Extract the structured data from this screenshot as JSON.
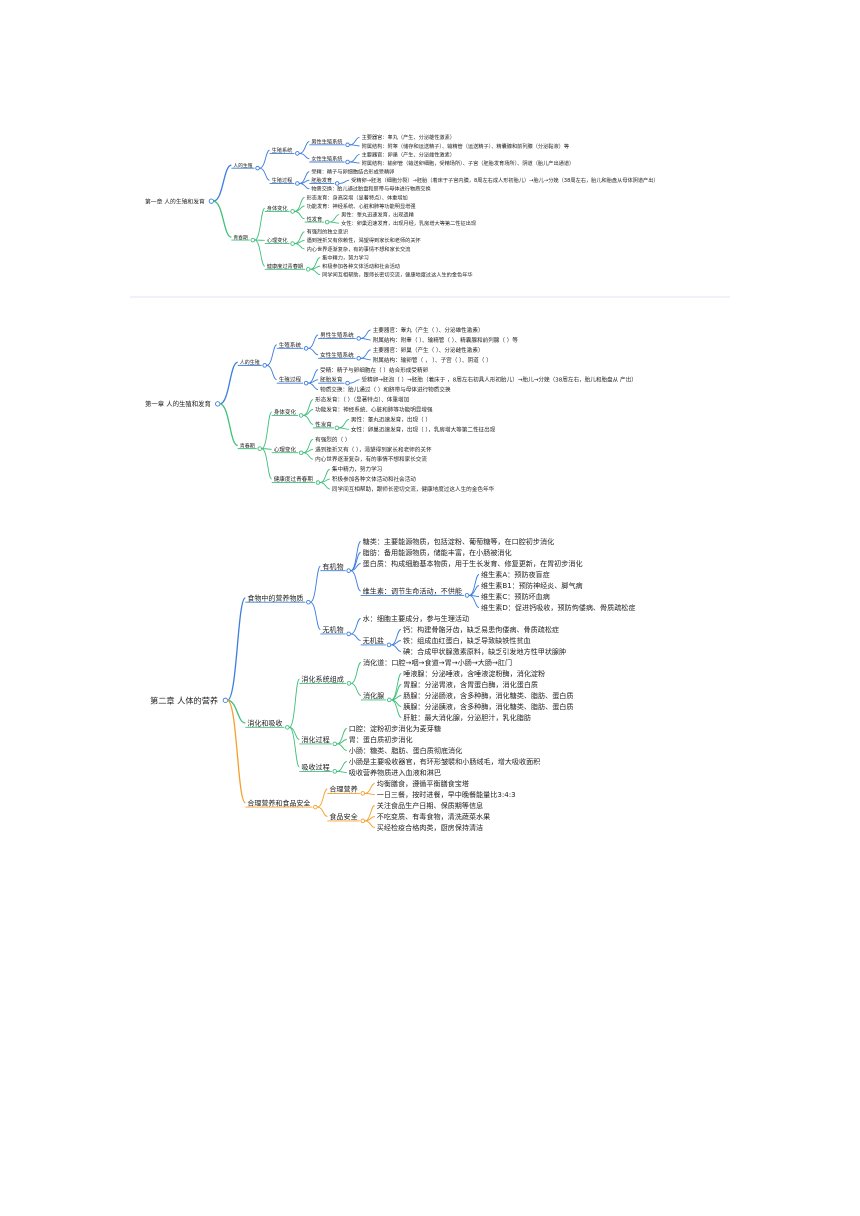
{
  "colors": {
    "blue": "#3b7ddd",
    "green": "#3fbf7a",
    "orange": "#f4a02a",
    "knot_fill": "#ffffff"
  },
  "maps": [
    {
      "id": "m1",
      "root": {
        "label": "第一章 人的生殖和发育",
        "children": [
          {
            "label": "人的生殖",
            "color": "blue",
            "children": [
              {
                "label": "生殖系统",
                "children": [
                  {
                    "label": "男性生殖系统",
                    "children": [
                      {
                        "label": "主要器官：睾丸（产生、分泌雄性激素）"
                      },
                      {
                        "label": "附属结构：附睾（储存和运送精子）、输精管（运送精子）、精囊腺和前列腺（分泌黏液）等"
                      }
                    ]
                  },
                  {
                    "label": "女性生殖系统",
                    "children": [
                      {
                        "label": "主要器官：卵巢（产生、分泌雌性激素）"
                      },
                      {
                        "label": "附属结构：输卵管（输送卵细胞，受精场所）、子宫（胚胎发育场所）、阴道（胎儿产出通道）"
                      }
                    ]
                  }
                ]
              },
              {
                "label": "生殖过程",
                "children": [
                  {
                    "label": "受精：精子与卵细胞结合形成受精卵"
                  },
                  {
                    "label": "胚胎发育",
                    "children": [
                      {
                        "label": "受精卵→胚泡（细胞分裂）→胚胎（着床于子宫内膜，8周左右成人形初胎儿）→胎儿→分娩（38周左右，胎儿和胎盘从母体阴道产出）"
                      }
                    ]
                  },
                  {
                    "label": "物质交换：胎儿通过胎盘和脐带与母体进行物质交换"
                  }
                ]
              }
            ]
          },
          {
            "label": "青春期",
            "color": "green",
            "children": [
              {
                "label": "身体变化",
                "children": [
                  {
                    "label": "形态发育：身高突增（显著特点）、体重增加"
                  },
                  {
                    "label": "功能发育：神经系统、心脏和肺等功能明显增强"
                  },
                  {
                    "label": "性发育",
                    "children": [
                      {
                        "label": "男性：睾丸迅速发育，出现遗精"
                      },
                      {
                        "label": "女性：卵巢迅速发育，出现月经，乳房增大等第二性征出现"
                      }
                    ]
                  }
                ]
              },
              {
                "label": "心理变化",
                "children": [
                  {
                    "label": "有强烈的独立意识"
                  },
                  {
                    "label": "遇到挫折又有依赖性，渴望得到家长和老师的关怀"
                  },
                  {
                    "label": "内心世界逐渐复杂，有的事情不想和家长交流"
                  }
                ]
              },
              {
                "label": "健康度过青春期",
                "children": [
                  {
                    "label": "集中精力，努力学习"
                  },
                  {
                    "label": "积极参加各种文体活动和社会活动"
                  },
                  {
                    "label": "同学间互相帮助，跟师长密切交流，健康地度过这人生的金色年华"
                  }
                ]
              }
            ]
          }
        ]
      }
    },
    {
      "id": "m2",
      "root": {
        "label": "第一章 人的生殖和发育",
        "children": [
          {
            "label": "人的生殖",
            "color": "blue",
            "children": [
              {
                "label": "生殖系统",
                "children": [
                  {
                    "label": "男性生殖系统",
                    "children": [
                      {
                        "label": "主要器官：睾丸（产生（ ）、分泌雄性激素）"
                      },
                      {
                        "label": "附属结构：附睾（ ）、输精管（ ）、精囊腺和前列腺（ ）等"
                      }
                    ]
                  },
                  {
                    "label": "女性生殖系统",
                    "children": [
                      {
                        "label": "主要器官：卵巢（产生（ ）、分泌雌性激素）"
                      },
                      {
                        "label": "附属结构：输卵管（ ， ）、子宫（ ）、阴道（ ）"
                      }
                    ]
                  }
                ]
              },
              {
                "label": "生殖过程",
                "children": [
                  {
                    "label": "受精：精子与卵细胞在（ ）结合形成受精卵"
                  },
                  {
                    "label": "胚胎发育",
                    "children": [
                      {
                        "label": "受精卵→胚泡（ ）→胚胎（着床于 ，8周左右初具人形初胎儿）→胎儿→分娩（38周左右，胎儿和胎盘从 产出）"
                      }
                    ]
                  },
                  {
                    "label": "物质交换：胎儿通过（ ）和脐带与母体进行物质交换"
                  }
                ]
              }
            ]
          },
          {
            "label": "青春期",
            "color": "green",
            "children": [
              {
                "label": "身体变化",
                "children": [
                  {
                    "label": "形态发育：（ ）（显著特点）、体重增加"
                  },
                  {
                    "label": "功能发育：神经系统、心脏和肺等功能明显增强"
                  },
                  {
                    "label": "性发育",
                    "children": [
                      {
                        "label": "男性：睾丸迅速发育，出现（ ）"
                      },
                      {
                        "label": "女性：卵巢迅速发育，出现（ ），乳房增大等第二性征出现"
                      }
                    ]
                  }
                ]
              },
              {
                "label": "心理变化",
                "children": [
                  {
                    "label": "有强烈的（ ）"
                  },
                  {
                    "label": "遇到挫折又有（ ），渴望得到家长和老师的关怀"
                  },
                  {
                    "label": "内心世界逐渐复杂，有的事情不想和家长交流"
                  }
                ]
              },
              {
                "label": "健康度过青春期",
                "children": [
                  {
                    "label": "集中精力，努力学习"
                  },
                  {
                    "label": "积极参加各种文体活动和社会活动"
                  },
                  {
                    "label": "同学间互相帮助，跟师长密切交流，健康地度过这人生的金色年华"
                  }
                ]
              }
            ]
          }
        ]
      }
    },
    {
      "id": "m3",
      "root": {
        "label": "第二章 人体的营养",
        "children": [
          {
            "label": "食物中的营养物质",
            "color": "blue",
            "children": [
              {
                "label": "有机物",
                "children": [
                  {
                    "label": "糖类：主要能源物质，包括淀粉、葡萄糖等，在口腔初步消化"
                  },
                  {
                    "label": "脂肪：备用能源物质，储能丰富，在小肠被消化"
                  },
                  {
                    "label": "蛋白质：构成细胞基本物质，用于生长发育、修复更新，在胃初步消化"
                  },
                  {
                    "label": "维生素：调节生命活动，不供能",
                    "children": [
                      {
                        "label": "维生素A：预防夜盲症"
                      },
                      {
                        "label": "维生素B1：预防神经炎、脚气病"
                      },
                      {
                        "label": "维生素C：预防坏血病"
                      },
                      {
                        "label": "维生素D：促进钙吸收，预防佝偻病、骨质疏松症"
                      }
                    ]
                  }
                ]
              },
              {
                "label": "无机物",
                "children": [
                  {
                    "label": "水：细胞主要成分，参与生理活动"
                  },
                  {
                    "label": "无机盐",
                    "children": [
                      {
                        "label": "钙：构建骨骼牙齿，缺乏易患佝偻病、骨质疏松症"
                      },
                      {
                        "label": "铁：组成血红蛋白，缺乏导致缺铁性贫血"
                      },
                      {
                        "label": "碘：合成甲状腺激素原料，缺乏引发地方性甲状腺肿"
                      }
                    ]
                  }
                ]
              }
            ]
          },
          {
            "label": "消化和吸收",
            "color": "green",
            "children": [
              {
                "label": "消化系统组成",
                "children": [
                  {
                    "label": "消化道：口腔→咽→食道→胃→小肠→大肠→肛门"
                  },
                  {
                    "label": "消化腺",
                    "children": [
                      {
                        "label": "唾液腺：分泌唾液，含唾液淀粉酶，消化淀粉"
                      },
                      {
                        "label": "胃腺：分泌胃液，含胃蛋白酶，消化蛋白质"
                      },
                      {
                        "label": "肠腺：分泌肠液，含多种酶，消化糖类、脂肪、蛋白质"
                      },
                      {
                        "label": "胰腺：分泌胰液，含多种酶，消化糖类、脂肪、蛋白质"
                      },
                      {
                        "label": "肝脏：最大消化腺，分泌胆汁，乳化脂肪"
                      }
                    ]
                  }
                ]
              },
              {
                "label": "消化过程",
                "children": [
                  {
                    "label": "口腔：淀粉初步消化为麦芽糖"
                  },
                  {
                    "label": "胃：蛋白质初步消化"
                  },
                  {
                    "label": "小肠：糖类、脂肪、蛋白质彻底消化"
                  }
                ]
              },
              {
                "label": "吸收过程",
                "children": [
                  {
                    "label": "小肠是主要吸收器官，有环形皱襞和小肠绒毛，增大吸收面积"
                  },
                  {
                    "label": "吸收营养物质进入血液和淋巴"
                  }
                ]
              }
            ]
          },
          {
            "label": "合理营养和食品安全",
            "color": "orange",
            "children": [
              {
                "label": "合理营养",
                "children": [
                  {
                    "label": "均衡膳食，遵循平衡膳食宝塔"
                  },
                  {
                    "label": "一日三餐，按时进餐，早中晚餐能量比3:4:3"
                  }
                ]
              },
              {
                "label": "食品安全",
                "children": [
                  {
                    "label": "关注食品生产日期、保质期等信息"
                  },
                  {
                    "label": "不吃变质、有毒食物，清洗蔬菜水果"
                  },
                  {
                    "label": "买经检疫合格肉类，厨房保持清洁"
                  }
                ]
              }
            ]
          }
        ]
      }
    }
  ]
}
